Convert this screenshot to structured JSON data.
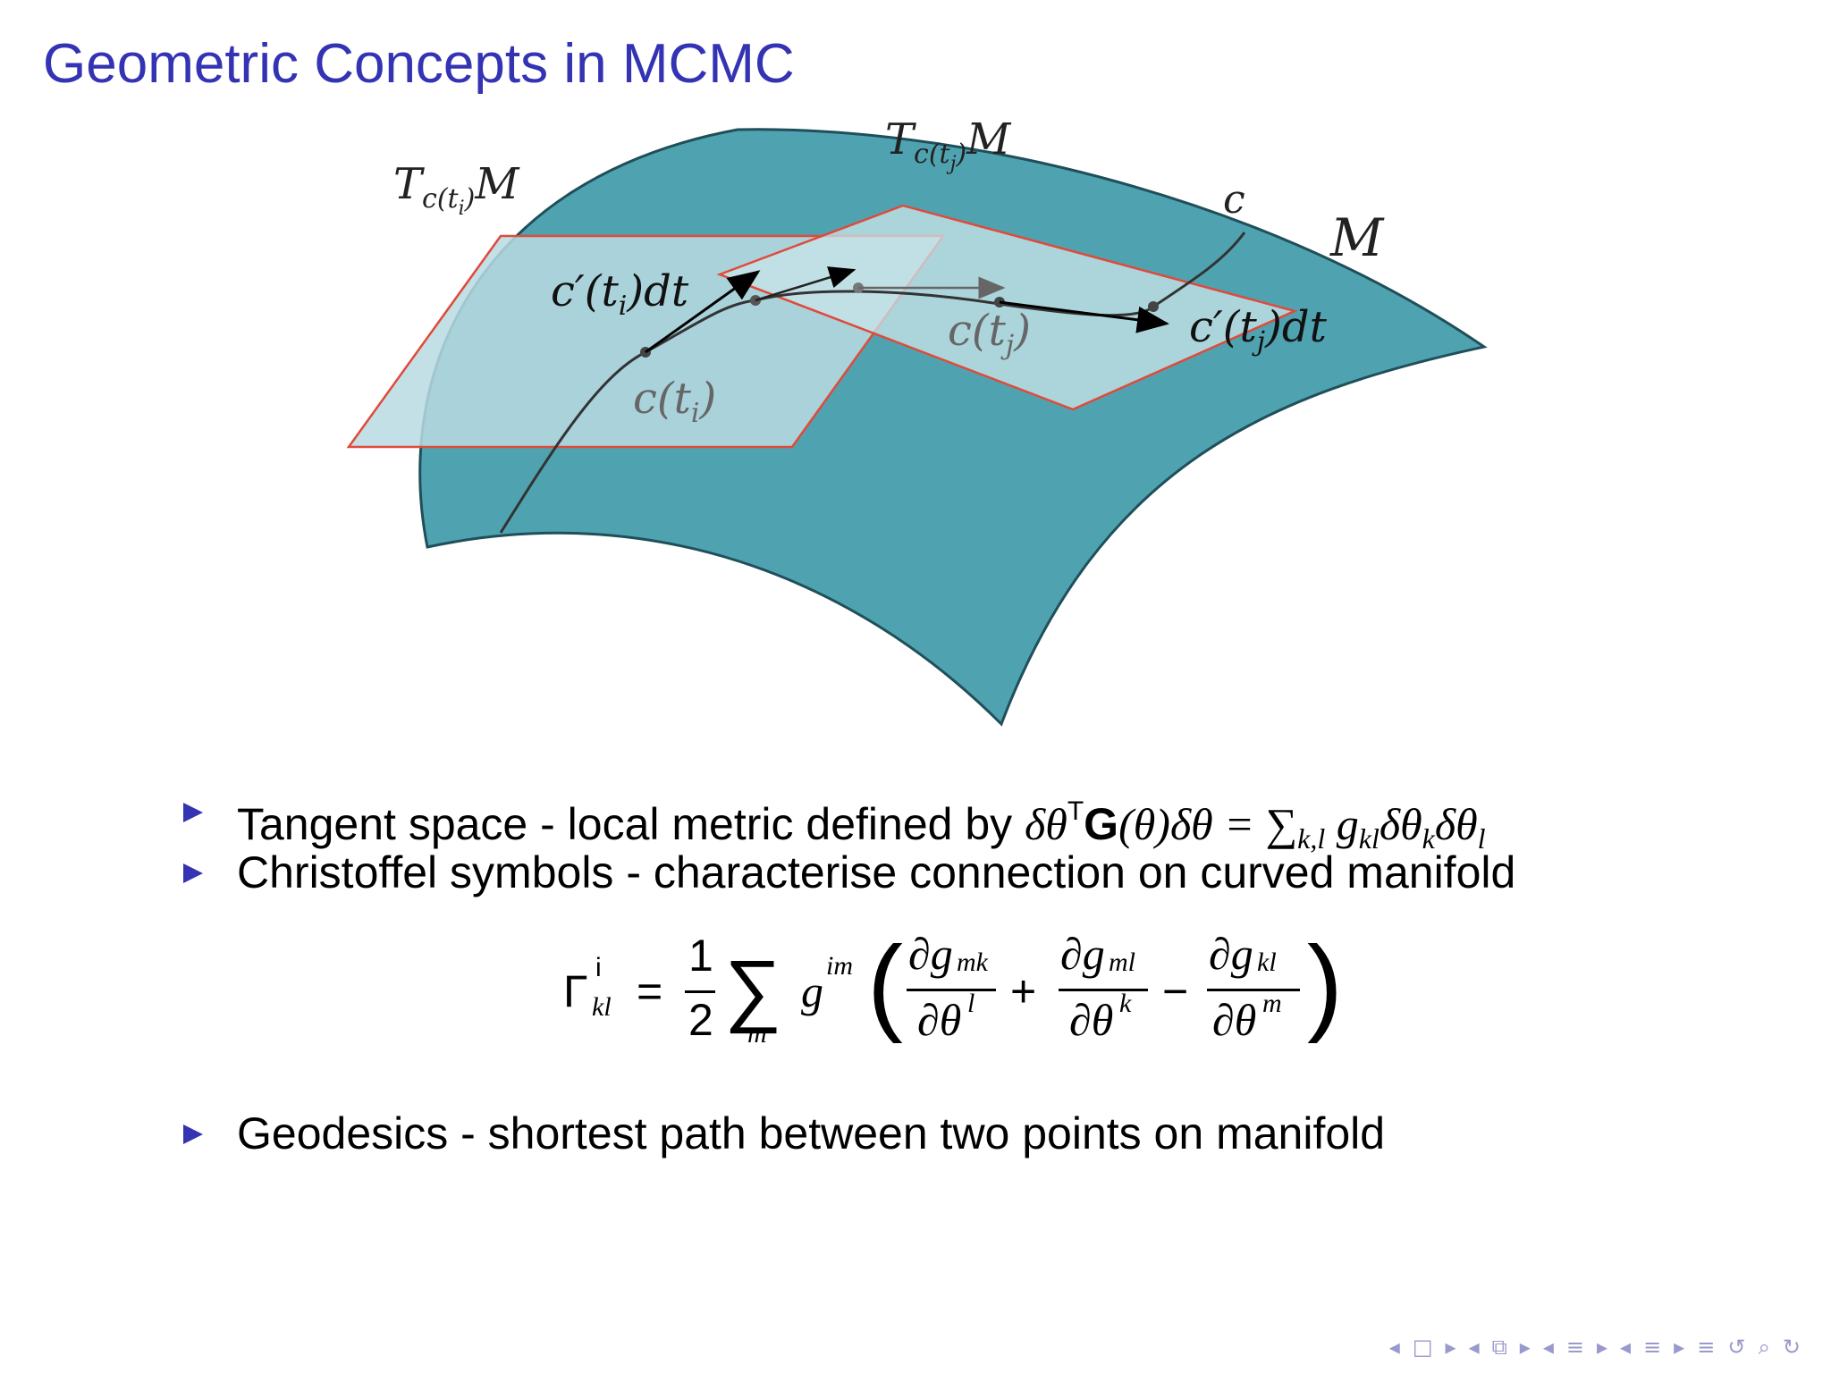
{
  "slide": {
    "title": "Geometric Concepts in MCMC"
  },
  "figure": {
    "labels": {
      "tangent_i": "T",
      "tangent_i_sub": "c(t",
      "tangent_i_subsub": "i",
      "tangent_i_close": ")",
      "tangent_i_M": "M",
      "tangent_j": "T",
      "tangent_j_sub": "c(t",
      "tangent_j_subsub": "j",
      "tangent_j_close": ")",
      "tangent_j_M": "M",
      "curve": "c",
      "manifold": "M",
      "velocity_i": "c′(t",
      "velocity_i_sub": "i",
      "velocity_i_end": ")dt",
      "point_i": "c(t",
      "point_i_sub": "i",
      "point_i_end": ")",
      "point_j": "c(t",
      "point_j_sub": "j",
      "point_j_end": ")",
      "velocity_j": "c′(t",
      "velocity_j_sub": "j",
      "velocity_j_end": ")dt"
    },
    "colors": {
      "manifold_fill": "#4fa3b0",
      "manifold_stroke": "#1f4f5a",
      "plane_fill": "#b8dbe2",
      "plane_stroke": "#e04a3a"
    }
  },
  "bullets": [
    {
      "prefix": "Tangent space - local metric defined by ",
      "m1": "δθ",
      "m1_sup": "T",
      "m2": "G",
      "m3": "(θ)δθ = ∑",
      "m3_sub": "k,l",
      "m4": " g",
      "m4_sub": "kl",
      "m5": "δθ",
      "m5_sub": "k",
      "m6": "δθ",
      "m6_sub": "l"
    },
    {
      "text": "Christoffel symbols - characterise connection on curved manifold"
    },
    {
      "text": "Geodesics - shortest path between two points on manifold"
    }
  ],
  "formula": {
    "gamma": "Γ",
    "gamma_sup": "i",
    "gamma_sub": "kl",
    "equals": "=",
    "half_num": "1",
    "half_den": "2",
    "sum": "∑",
    "sum_sub": "m",
    "g": "g",
    "g_sup": "im",
    "lparen": "(",
    "rparen": ")",
    "t1_num": "∂g",
    "t1_num_sub": "mk",
    "t1_den": "∂θ",
    "t1_den_sup": "l",
    "plus": "+",
    "t2_num": "∂g",
    "t2_num_sub": "ml",
    "t2_den": "∂θ",
    "t2_den_sup": "k",
    "minus": "−",
    "t3_num": "∂g",
    "t3_num_sub": "kl",
    "t3_den": "∂θ",
    "t3_den_sup": "m"
  },
  "navigation": {
    "icons": [
      "◂",
      "□",
      "▸",
      "◂",
      "⧉",
      "▸",
      "◂",
      "≡",
      "▸",
      "◂",
      "≡",
      "▸",
      "≡",
      "↺",
      "⌕",
      "↻"
    ]
  }
}
